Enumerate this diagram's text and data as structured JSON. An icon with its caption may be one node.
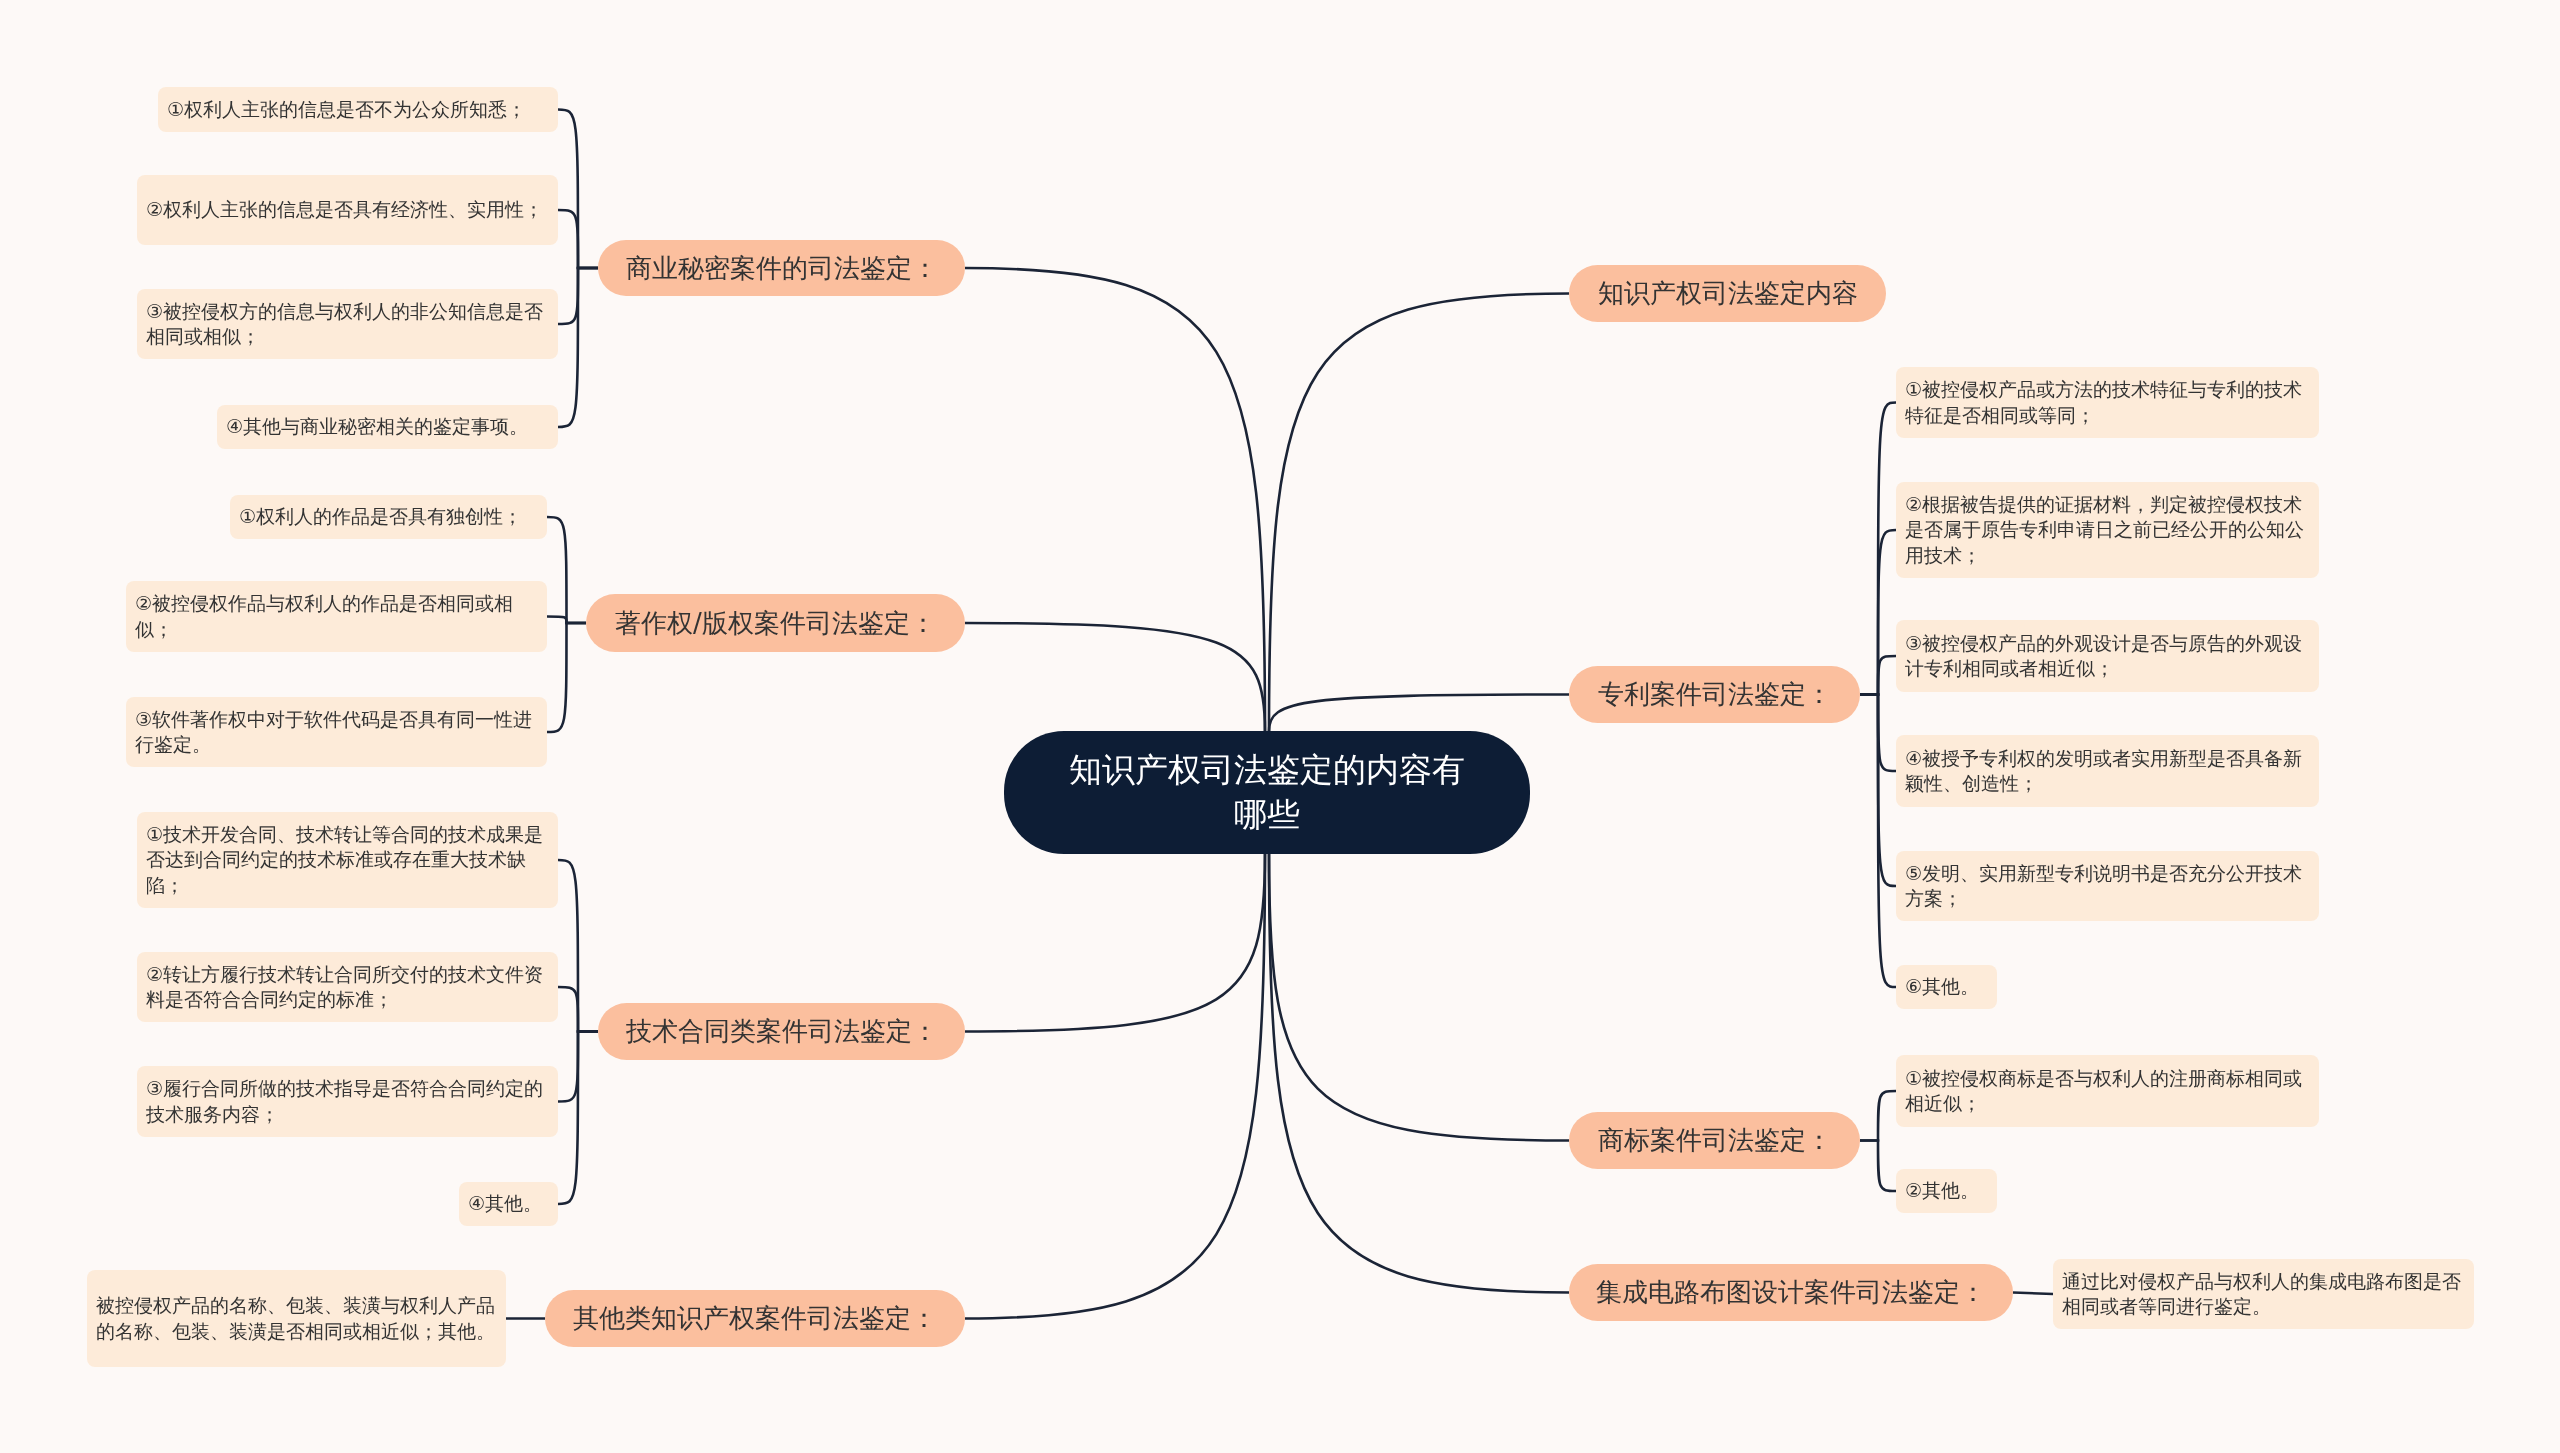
{
  "diagram": {
    "nodes": [
      {
        "text": [
          "知识产权司法鉴定的内容有哪些"
        ]
      },
      {
        "text": [
          "商业秘密案件的司法鉴定："
        ]
      },
      {
        "text": [
          "①权利人主张的信息是否不为公众所知悉；"
        ]
      },
      {
        "text": [
          "②权利人主张的信息是否具有经济性、实用性；"
        ]
      },
      {
        "text": [
          "③被控侵权方的信息与权利人的非公知信息是否相同或相似；"
        ]
      },
      {
        "text": [
          "④其他与商业秘密相关的鉴定事项。"
        ]
      },
      {
        "text": [
          "著作权/版权案件司法鉴定："
        ]
      },
      {
        "text": [
          "①权利人的作品是否具有独创性；"
        ]
      },
      {
        "text": [
          "②被控侵权作品与权利人的作品是否相同或相似；"
        ]
      },
      {
        "text": [
          "③软件著作权中对于软件代码是否具有同一性进行鉴定。"
        ]
      },
      {
        "text": [
          "技术合同类案件司法鉴定："
        ]
      },
      {
        "text": [
          "①技术开发合同、技术转让等合同的技术成果是否达到合同约定的技术标准或存在重大技术缺陷；"
        ]
      },
      {
        "text": [
          "②转让方履行技术转让合同所交付的技术文件资料是否符合合同约定的标准；"
        ]
      },
      {
        "text": [
          "③履行合同所做的技术指导是否符合合同约定的技术服务内容；"
        ]
      },
      {
        "text": [
          "④其他。"
        ]
      },
      {
        "text": [
          "其他类知识产权案件司法鉴定："
        ]
      },
      {
        "text": [
          "被控侵权产品的名称、包装、装潢与权利人产品的名称、包装、装潢是否相同或相近似；其他。"
        ]
      },
      {
        "text": [
          "知识产权司法鉴定内容"
        ]
      },
      {
        "text": [
          "专利案件司法鉴定："
        ]
      },
      {
        "text": [
          "①被控侵权产品或方法的技术特征与专利的技术特征是否相同或等同；"
        ]
      },
      {
        "text": [
          "②根据被告提供的证据材料，判定被控侵权技术是否属于原告专利申请日之前已经公开的公知公用技术；"
        ]
      },
      {
        "text": [
          "③被控侵权产品的外观设计是否与原告的外观设计专利相同或者相近似；"
        ]
      },
      {
        "text": [
          "④被授予专利权的发明或者实用新型是否具备新颖性、创造性；"
        ]
      },
      {
        "text": [
          "⑤发明、实用新型专利说明书是否充分公开技术方案；"
        ]
      },
      {
        "text": [
          "⑥其他。"
        ]
      },
      {
        "text": [
          "商标案件司法鉴定："
        ]
      },
      {
        "text": [
          "①被控侵权商标是否与权利人的注册商标相同或相近似；"
        ]
      },
      {
        "text": [
          "②其他。"
        ]
      },
      {
        "text": [
          "集成电路布图设计案件司法鉴定："
        ]
      },
      {
        "text": [
          "通过比对侵权产品与权利人的集成电路布图是否相同或者等同进行鉴定。"
        ]
      }
    ],
    "edges": [
      {
        "from": 0,
        "to": 1,
        "arrow": "none"
      },
      {
        "from": 1,
        "to": 2,
        "arrow": "none"
      },
      {
        "from": 1,
        "to": 3,
        "arrow": "none"
      },
      {
        "from": 1,
        "to": 4,
        "arrow": "none"
      },
      {
        "from": 1,
        "to": 5,
        "arrow": "none"
      },
      {
        "from": 0,
        "to": 6,
        "arrow": "none"
      },
      {
        "from": 6,
        "to": 7,
        "arrow": "none"
      },
      {
        "from": 6,
        "to": 8,
        "arrow": "none"
      },
      {
        "from": 6,
        "to": 9,
        "arrow": "none"
      },
      {
        "from": 0,
        "to": 10,
        "arrow": "none"
      },
      {
        "from": 10,
        "to": 11,
        "arrow": "none"
      },
      {
        "from": 10,
        "to": 12,
        "arrow": "none"
      },
      {
        "from": 10,
        "to": 13,
        "arrow": "none"
      },
      {
        "from": 10,
        "to": 14,
        "arrow": "none"
      },
      {
        "from": 0,
        "to": 15,
        "arrow": "none"
      },
      {
        "from": 15,
        "to": 16,
        "arrow": "none"
      },
      {
        "from": 0,
        "to": 17,
        "arrow": "none"
      },
      {
        "from": 0,
        "to": 18,
        "arrow": "none"
      },
      {
        "from": 18,
        "to": 19,
        "arrow": "none"
      },
      {
        "from": 18,
        "to": 20,
        "arrow": "none"
      },
      {
        "from": 18,
        "to": 21,
        "arrow": "none"
      },
      {
        "from": 18,
        "to": 22,
        "arrow": "none"
      },
      {
        "from": 18,
        "to": 23,
        "arrow": "none"
      },
      {
        "from": 18,
        "to": 24,
        "arrow": "none"
      },
      {
        "from": 0,
        "to": 25,
        "arrow": "none"
      },
      {
        "from": 25,
        "to": 26,
        "arrow": "none"
      },
      {
        "from": 25,
        "to": 27,
        "arrow": "none"
      },
      {
        "from": 0,
        "to": 28,
        "arrow": "none"
      },
      {
        "from": 28,
        "to": 29,
        "arrow": "none"
      }
    ]
  }
}
